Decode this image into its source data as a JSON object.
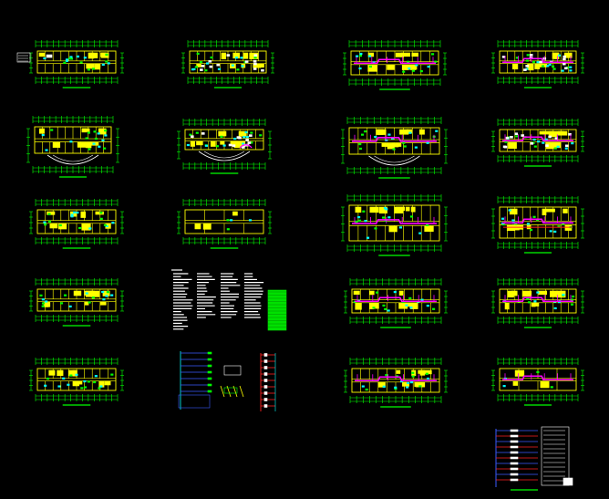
{
  "drawing": {
    "background": "#000000",
    "palette": {
      "dim": "#00ff00",
      "wall": "#ffff00",
      "room": "#00ffff",
      "pipe": "#ff00ff",
      "red": "#ff2020",
      "white": "#ffffff",
      "blue": "#3a5bff",
      "green_block": "#00e000"
    },
    "sheets": [
      {
        "id": "plan-1-1",
        "kind": "floor-plan",
        "variant": "fire"
      },
      {
        "id": "plan-1-2",
        "kind": "floor-plan",
        "variant": "light"
      },
      {
        "id": "plan-1-3",
        "kind": "floor-plan",
        "variant": "pipe"
      },
      {
        "id": "plan-1-4",
        "kind": "floor-plan",
        "variant": "pipe-light"
      },
      {
        "id": "plan-2-1",
        "kind": "floor-plan",
        "variant": "curve"
      },
      {
        "id": "plan-2-2",
        "kind": "floor-plan",
        "variant": "light-curve"
      },
      {
        "id": "plan-2-3",
        "kind": "floor-plan",
        "variant": "pipe-curve"
      },
      {
        "id": "plan-2-4",
        "kind": "floor-plan",
        "variant": "pipe-light"
      },
      {
        "id": "plan-3-1",
        "kind": "floor-plan",
        "variant": "basic"
      },
      {
        "id": "plan-3-2",
        "kind": "floor-plan",
        "variant": "sparse"
      },
      {
        "id": "plan-3-3",
        "kind": "floor-plan",
        "variant": "pipe"
      },
      {
        "id": "plan-3-4",
        "kind": "floor-plan",
        "variant": "pipe-red"
      },
      {
        "id": "plan-4-1",
        "kind": "floor-plan",
        "variant": "basic"
      },
      {
        "id": "notes-1",
        "kind": "text-sheet"
      },
      {
        "id": "plan-4-3",
        "kind": "floor-plan",
        "variant": "pipe"
      },
      {
        "id": "plan-4-4",
        "kind": "floor-plan",
        "variant": "pipe"
      },
      {
        "id": "plan-5-1",
        "kind": "floor-plan",
        "variant": "basic"
      },
      {
        "id": "schematic-1",
        "kind": "riser-diagram"
      },
      {
        "id": "plan-5-3",
        "kind": "floor-plan",
        "variant": "pipe"
      },
      {
        "id": "plan-5-4",
        "kind": "floor-plan",
        "variant": "sparse-pipe"
      },
      {
        "id": "system-1",
        "kind": "system-diagram"
      }
    ]
  }
}
